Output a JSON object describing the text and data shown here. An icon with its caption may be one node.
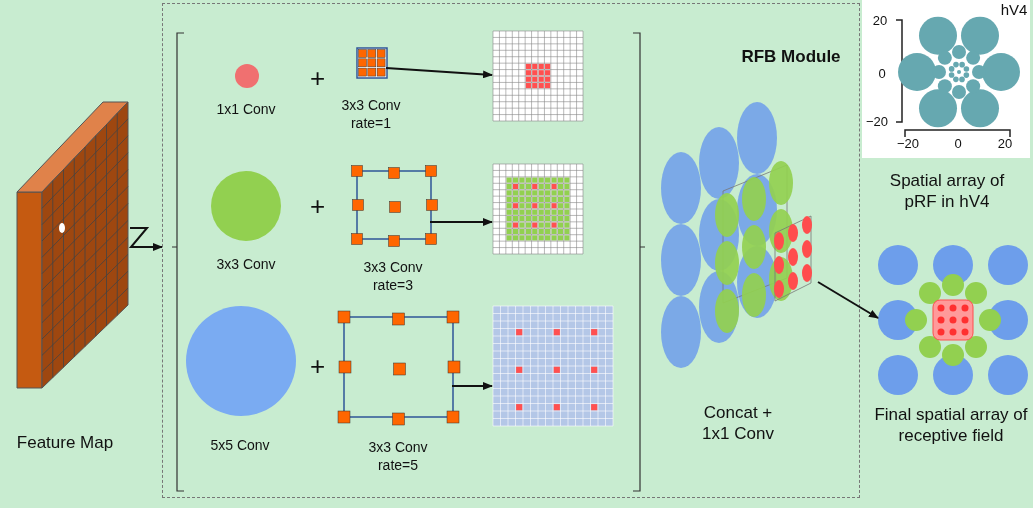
{
  "diagram": {
    "nodes": [
      {
        "text": [],
        "shape": "picture",
        "beside": [
          "Feature Map"
        ]
      },
      {
        "text": [
          "RFB Module"
        ]
      },
      {
        "text": [],
        "shape": "circle",
        "in": 1,
        "beside": [
          "1x1 Conv"
        ]
      },
      {
        "text": [],
        "shape": "picture",
        "in": 1,
        "beside": [
          "3x3 Conv rate=1"
        ]
      },
      {
        "text": [],
        "shape": "picture",
        "in": 1
      },
      {
        "text": [],
        "shape": "circle",
        "in": 1,
        "beside": [
          "3x3 Conv"
        ]
      },
      {
        "text": [],
        "shape": "picture",
        "in": 1,
        "beside": [
          "3x3 Conv rate=3"
        ]
      },
      {
        "text": [],
        "shape": "picture",
        "in": 1
      },
      {
        "text": [],
        "shape": "circle",
        "in": 1,
        "beside": [
          "5x5 Conv"
        ]
      },
      {
        "text": [],
        "shape": "picture",
        "in": 1,
        "beside": [
          "3x3 Conv rate=5"
        ]
      },
      {
        "text": [],
        "shape": "picture",
        "in": 1
      },
      {
        "text": [],
        "shape": "picture",
        "in": 1,
        "beside": [
          "Concat + 1x1 Conv"
        ]
      },
      {
        "text": [],
        "shape": "picture",
        "beside": [
          "Spatial array of pRF in hV4"
        ]
      },
      {
        "text": [],
        "shape": "picture",
        "beside": [
          "Final spatial array of receptive field"
        ]
      }
    ],
    "edges": [
      {
        "from": 0,
        "to": 1,
        "arrow": "to"
      },
      {
        "from": 3,
        "to": 4,
        "arrow": "to"
      },
      {
        "from": 6,
        "to": 7,
        "arrow": "to"
      },
      {
        "from": 9,
        "to": 10,
        "arrow": "to"
      },
      {
        "from": 11,
        "to": 13,
        "arrow": "to"
      }
    ],
    "labels": [
      "+",
      "+",
      "+",
      "20",
      "0",
      "−20",
      "−20",
      "0",
      "20",
      "hV4"
    ]
  }
}
